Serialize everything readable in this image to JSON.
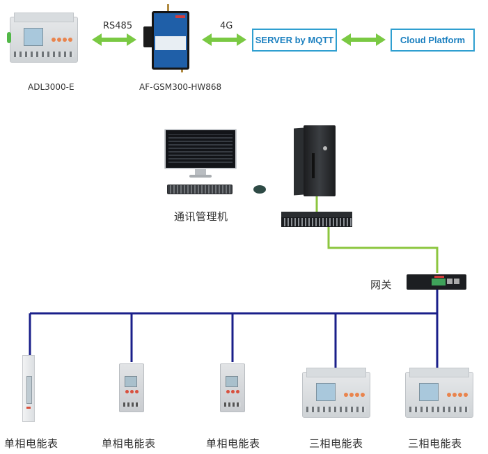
{
  "top_chain": {
    "meter_label": "ADL3000-E",
    "link1_label": "RS485",
    "gateway_label": "AF-GSM300-HW868",
    "link2_label": "4G",
    "server_box": "SERVER by MQTT",
    "cloud_box": "Cloud Platform"
  },
  "network": {
    "workstation_label": "通讯管理机",
    "gateway_label": "网关"
  },
  "meters": [
    {
      "label": "单相电能表",
      "type": "din-slim"
    },
    {
      "label": "单相电能表",
      "type": "single-phase"
    },
    {
      "label": "单相电能表",
      "type": "single-phase"
    },
    {
      "label": "三相电能表",
      "type": "three-phase"
    },
    {
      "label": "三相电能表",
      "type": "three-phase"
    }
  ],
  "colors": {
    "arrow_green": "#7ac943",
    "ethernet_green": "#8cc63f",
    "bus_blue": "#1a1f8a",
    "box_border": "#2f9fd0",
    "box_text": "#1a7fbf"
  }
}
